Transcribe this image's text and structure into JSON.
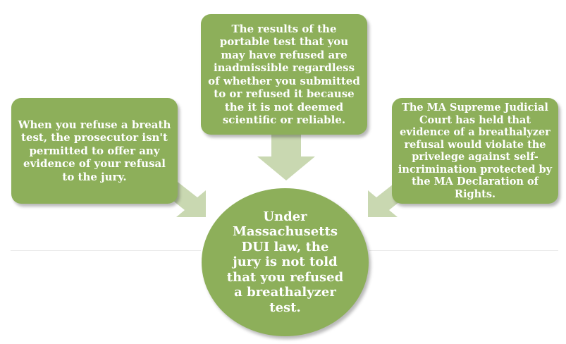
{
  "diagram": {
    "center": "Under Massachusetts DUI law, the jury is not told that you refused a breathalyzer test.",
    "left": "When you refuse a breath test, the prosecutor isn't permitted to offer any evidence of your refusal to the jury.",
    "top": "The results of the portable test that you may have refused are inadmissible regardless of whether you submitted to or refused it because the it is not deemed scientific or reliable.",
    "right": "The MA Supreme Judicial Court has held that evidence of a breathalyzer refusal would violate the privelege against self-incrimination protected by the MA Declaration of Rights."
  },
  "colors": {
    "box_fill": "#8daf5a",
    "arrow_fill": "#c9d8b1",
    "text": "#ffffff"
  }
}
